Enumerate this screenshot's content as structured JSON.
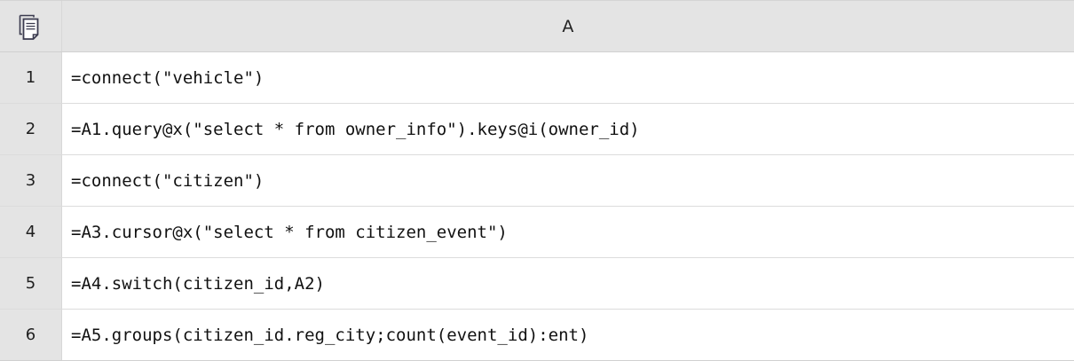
{
  "app": {
    "type": "spreadsheet-grid",
    "colors": {
      "header_background": "#e4e4e4",
      "cell_background": "#ffffff",
      "grid_line": "#dcdcdc",
      "text": "#111111",
      "icon_stroke": "#3b3b4f"
    }
  },
  "header": {
    "corner_icon": "documents-icon",
    "columns": [
      {
        "label": "A"
      }
    ]
  },
  "rows": [
    {
      "number": "1",
      "cells": {
        "A": "=connect(\"vehicle\")"
      }
    },
    {
      "number": "2",
      "cells": {
        "A": "=A1.query@x(\"select * from owner_info\").keys@i(owner_id)"
      }
    },
    {
      "number": "3",
      "cells": {
        "A": "=connect(\"citizen\")"
      }
    },
    {
      "number": "4",
      "cells": {
        "A": "=A3.cursor@x(\"select * from citizen_event\")"
      }
    },
    {
      "number": "5",
      "cells": {
        "A": "=A4.switch(citizen_id,A2)"
      }
    },
    {
      "number": "6",
      "cells": {
        "A": "=A5.groups(citizen_id.reg_city;count(event_id):ent)"
      }
    }
  ]
}
